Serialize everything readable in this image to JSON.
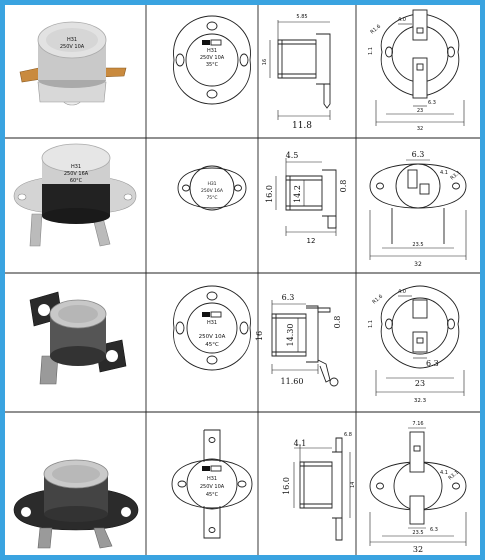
{
  "rows": [
    {
      "label": {
        "brand": "",
        "model": "H31",
        "rating": "250V 10A",
        "temp": "35°C"
      },
      "side": {
        "top": "5.85",
        "height": "16",
        "width": "11.8"
      },
      "back": {
        "left": "4.0",
        "corner": "R1.6",
        "edge": "1.1",
        "tab": "6.3",
        "inner": "23",
        "outer": "32"
      }
    },
    {
      "label": {
        "brand": "",
        "model": "H31",
        "rating": "250V 16A",
        "temp": "75°C",
        "photo_brand": "",
        "photo_model": "H31",
        "photo_rating": "250V 16A",
        "photo_temp": "60°C"
      },
      "side": {
        "top": "4.5",
        "height": "16.0",
        "middle": "14.2",
        "right": "0.8",
        "width": "12"
      },
      "back": {
        "tab": "6.3",
        "hole": "4.1",
        "corner": "R3.1",
        "inner": "23.5",
        "outer": "32"
      }
    },
    {
      "label": {
        "brand": "",
        "model": "H31",
        "rating": "250V 10A",
        "temp": "45°C"
      },
      "side": {
        "top": "6.3",
        "height": "16",
        "middle": "14.30",
        "right": "0.8",
        "width": "11.60"
      },
      "back": {
        "left": "4.0",
        "corner": "R1.6",
        "edge": "1.1",
        "tab": "6.3",
        "inner": "23",
        "outer": "32.3"
      }
    },
    {
      "label": {
        "brand": "",
        "model": "H31",
        "rating": "250V 10A",
        "temp": "45°C"
      },
      "side": {
        "top": "4.1",
        "height": "16.0",
        "small": "6.8",
        "middle": "14"
      },
      "back": {
        "tab_top": "7.16",
        "hole": "4.1",
        "corner": "R3.1",
        "tab_bottom": "6.3",
        "inner": "23.5",
        "outer": "32"
      }
    }
  ]
}
